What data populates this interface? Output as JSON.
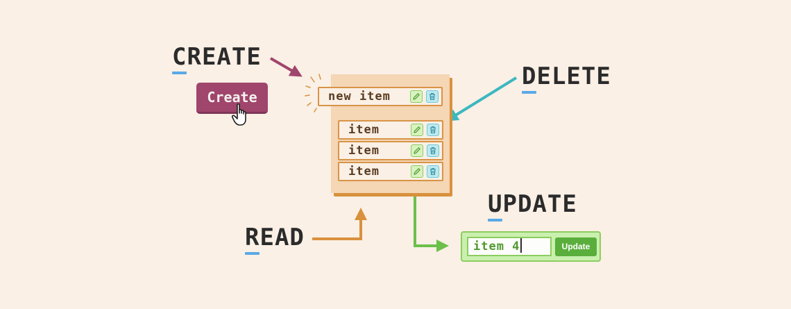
{
  "labels": {
    "create": {
      "first": "C",
      "rest": "REATE"
    },
    "delete": {
      "first": "D",
      "rest": "ELETE"
    },
    "update": {
      "first": "U",
      "rest": "PDATE"
    },
    "read": {
      "first": "R",
      "rest": "EAD"
    }
  },
  "create_button": {
    "label": "Create"
  },
  "list": {
    "new_item": "new item",
    "items": [
      {
        "label": "item"
      },
      {
        "label": "item"
      },
      {
        "label": "item"
      }
    ]
  },
  "update_form": {
    "input_value": "item 4",
    "button_label": "Update"
  },
  "colors": {
    "background": "#faf0e6",
    "create_arrow": "#a0456c",
    "delete_arrow": "#3cb8bf",
    "read_arrow": "#d9913d",
    "update_arrow": "#6cc04a",
    "underline": "#5aa9e6"
  },
  "icons": {
    "row_actions": [
      "pencil-icon",
      "trash-icon"
    ],
    "pointer": "hand-cursor-icon",
    "sparkle": "sparkle-lines-icon"
  }
}
